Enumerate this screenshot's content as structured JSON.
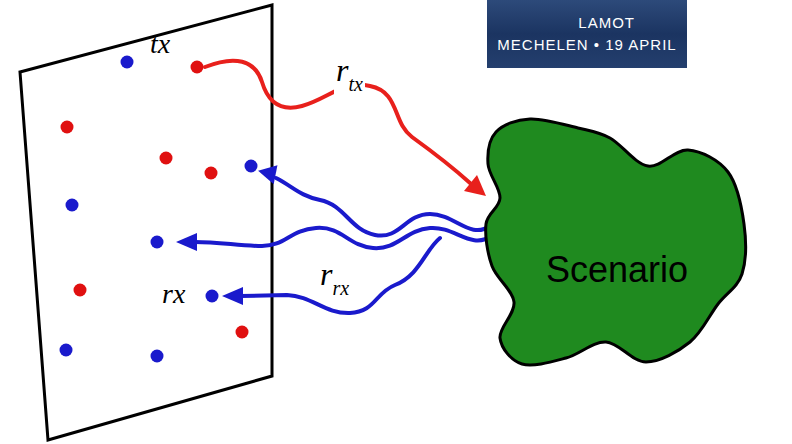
{
  "diagram": {
    "nodes": [
      {
        "text": [
          "LAMOT",
          "MECHELEN • 19 APRIL"
        ]
      },
      {
        "text": [
          "Scenario"
        ]
      }
    ],
    "labels": [
      "tx",
      "rtx",
      "rx",
      "rrx"
    ]
  }
}
